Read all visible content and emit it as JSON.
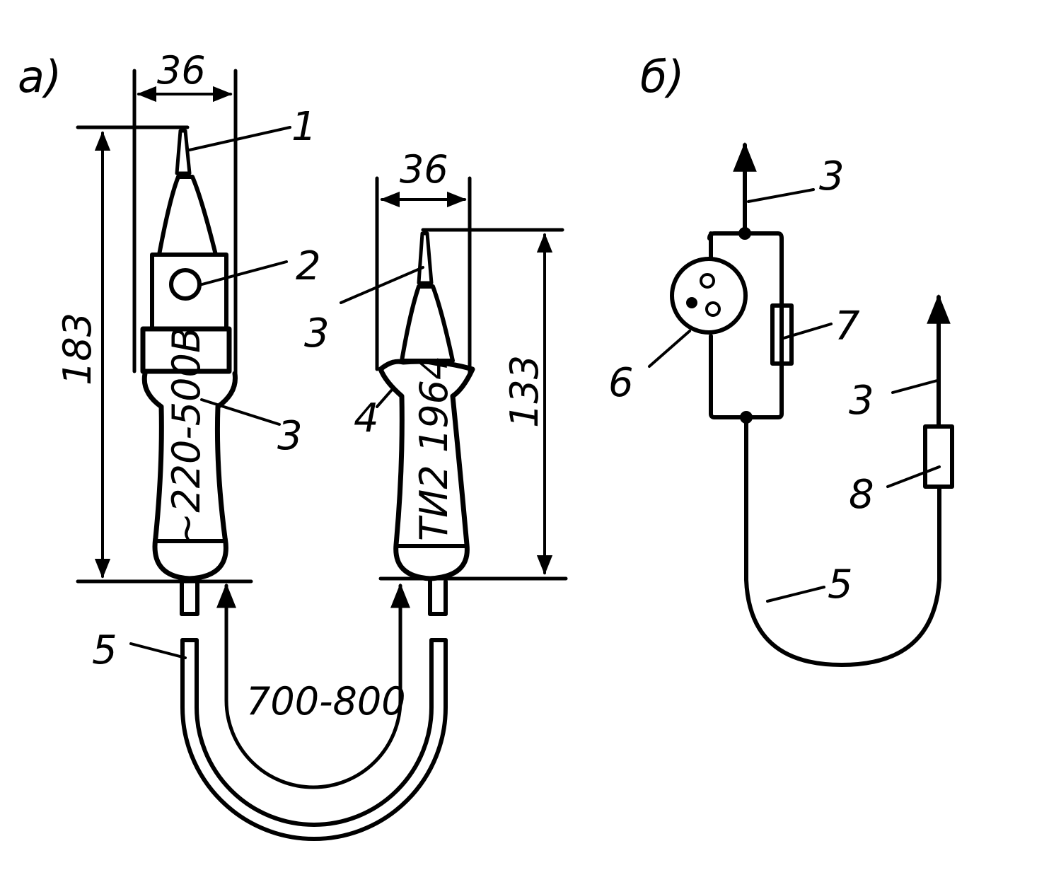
{
  "panel_a": {
    "label": "а)",
    "tester_1": {
      "width_dim": "36",
      "height_dim": "183",
      "body_marking": "~220-500В"
    },
    "tester_2": {
      "width_dim": "36",
      "height_dim": "133",
      "body_marking": "ТИ2 1964"
    },
    "cable_length": "700-800",
    "callouts": [
      "1",
      "2",
      "3",
      "3",
      "4",
      "5"
    ]
  },
  "panel_b": {
    "label": "б)",
    "callouts": [
      "3",
      "3",
      "5",
      "6",
      "7",
      "8"
    ]
  }
}
